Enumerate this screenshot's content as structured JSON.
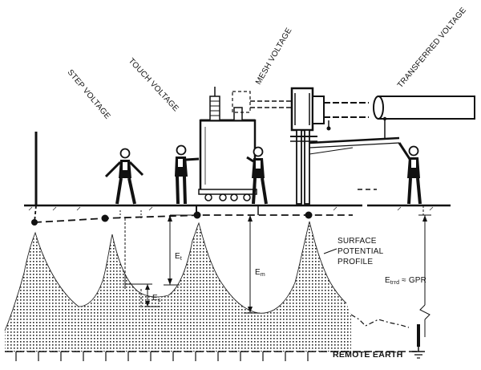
{
  "labels": {
    "step": "STEP VOLTAGE",
    "touch": "TOUCH VOLTAGE",
    "mesh": "MESH VOLTAGE",
    "transferred": "TRANSFERRED VOLTAGE",
    "surface_profile": [
      "SURFACE",
      "POTENTIAL",
      "PROFILE"
    ],
    "remote_earth": "REMOTE EARTH"
  },
  "symbols": {
    "et_main": "E",
    "et_sub": "t",
    "es_main": "E",
    "es_sub": "s",
    "em_main": "E",
    "em_sub": "m",
    "etrrd_main": "E",
    "etrrd_sub": "trrd",
    "etrrd_rest": " ≈ GPR"
  },
  "icons": [
    "person-icon",
    "transformer-icon",
    "ground-symbol-icon",
    "fence-post-icon"
  ]
}
